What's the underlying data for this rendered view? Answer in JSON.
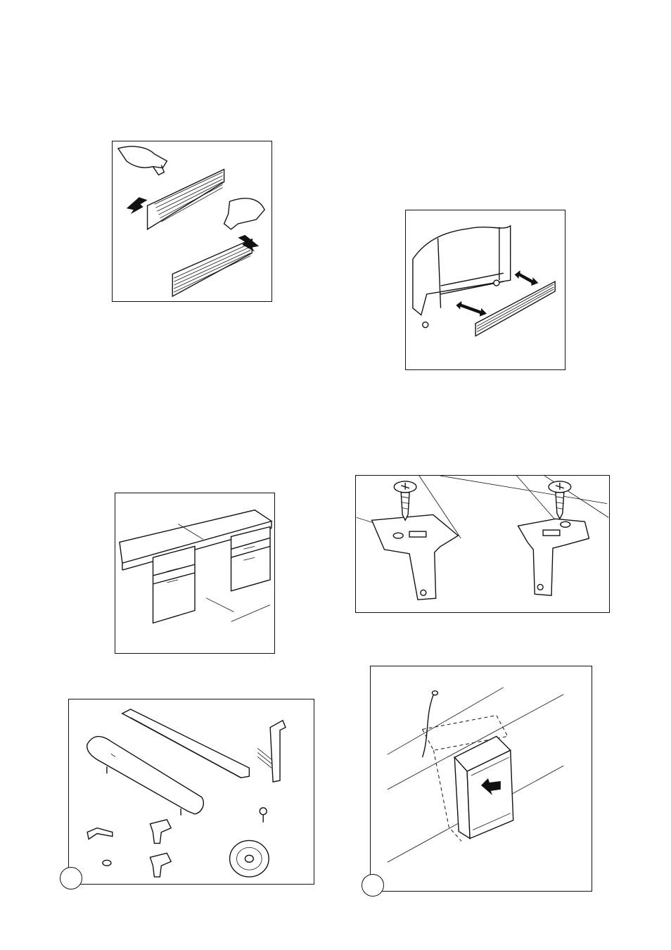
{
  "page": {
    "figures": [
      {
        "id": "remove-vent-grille",
        "icon": "hands-removing-grille-illustration"
      },
      {
        "id": "fit-plinth-grille",
        "icon": "plinth-grille-insert-illustration"
      },
      {
        "id": "kitchen-cabinet-niche",
        "icon": "worktop-niche-measurement-illustration"
      },
      {
        "id": "mounting-brackets-screws",
        "icon": "bracket-screw-fixing-illustration"
      },
      {
        "id": "fixing-kit-parts",
        "icon": "installation-kit-parts-illustration"
      },
      {
        "id": "appliance-into-niche",
        "icon": "appliance-push-into-niche-illustration"
      }
    ],
    "markers": [
      "empty-circle-marker",
      "empty-circle-marker"
    ]
  }
}
